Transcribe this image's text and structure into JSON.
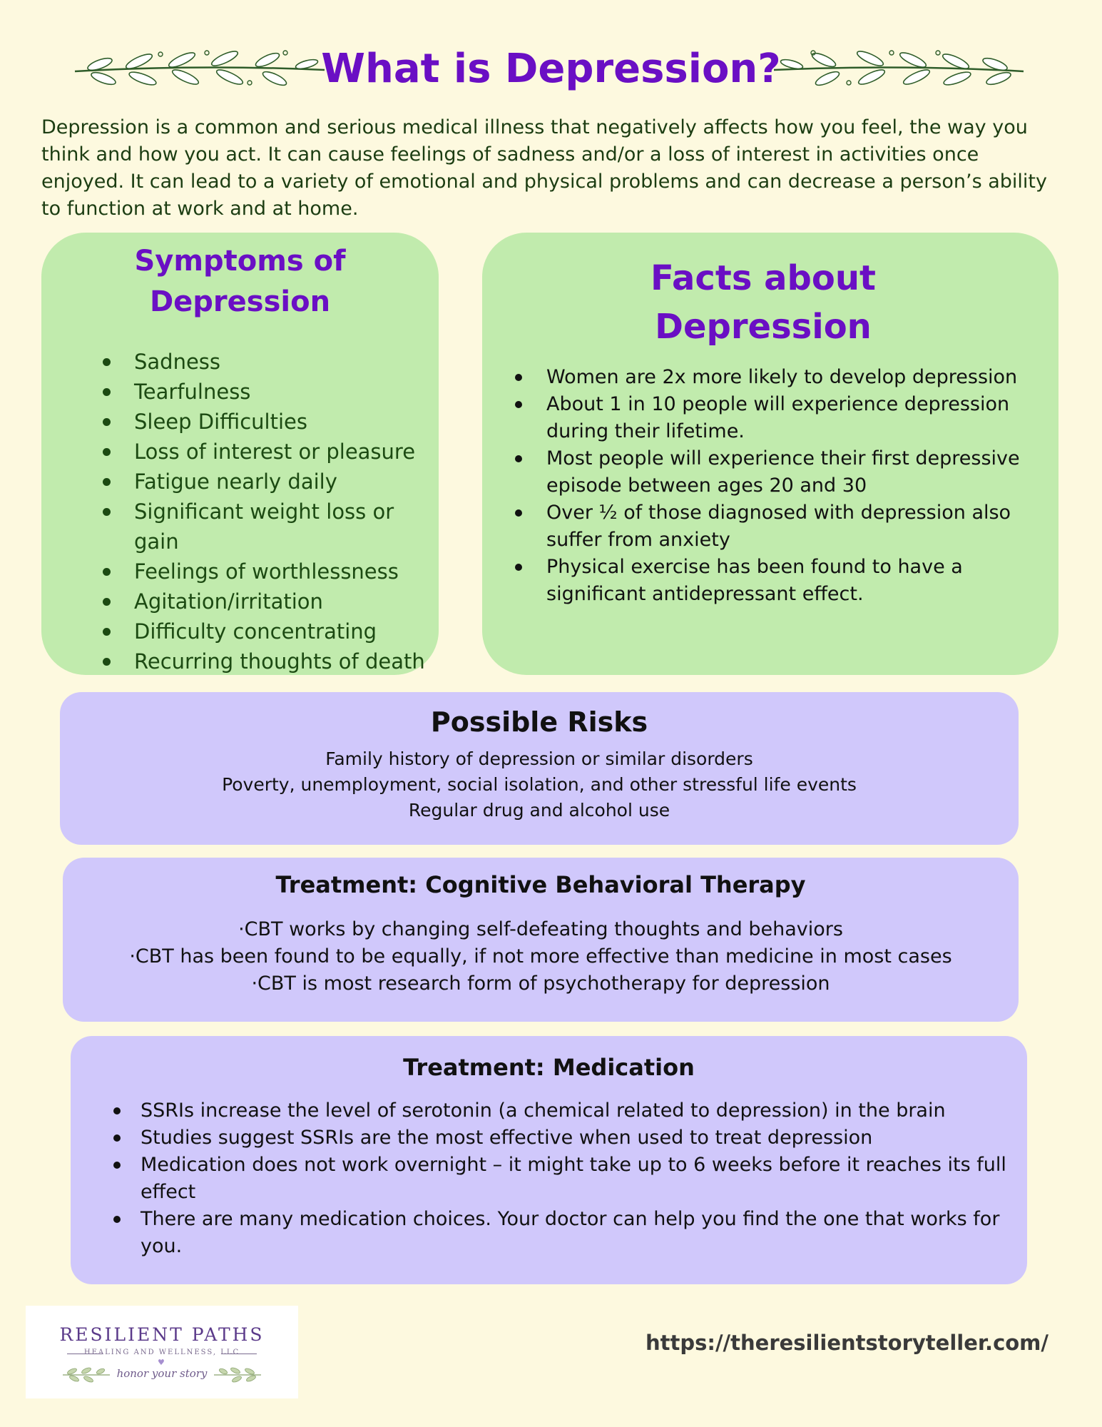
{
  "header": {
    "title": "What is Depression?",
    "intro": "Depression is a common and serious medical illness that negatively affects how you feel, the way you think and how you act. It can cause feelings of sadness and/or a loss of interest in activities once enjoyed. It can lead to a variety of emotional and physical problems and can decrease a person’s ability to function at work and at home."
  },
  "symptoms": {
    "title_line1": "Symptoms of",
    "title_line2": "Depression",
    "items": [
      "Sadness",
      "Tearfulness",
      "Sleep Difficulties",
      "Loss of interest or pleasure",
      "Fatigue nearly daily",
      "Significant weight loss or gain",
      "Feelings of worthlessness",
      "Agitation/irritation",
      "Difficulty concentrating",
      "Recurring thoughts of death"
    ]
  },
  "facts": {
    "title_line1": "Facts about",
    "title_line2": "Depression",
    "items": [
      "Women are 2x more likely to develop depression",
      "About 1 in 10 people will experience depression during their lifetime.",
      "Most people will experience their first depressive episode between ages 20 and 30",
      "Over ½ of those diagnosed with depression also suffer from anxiety",
      "Physical exercise has been found to have a significant antidepressant effect."
    ]
  },
  "risks": {
    "title": "Possible Risks",
    "lines": [
      "Family history of depression or similar disorders",
      "Poverty, unemployment, social isolation, and other stressful life events",
      "Regular drug and alcohol use"
    ]
  },
  "cbt": {
    "title": "Treatment: Cognitive Behavioral Therapy",
    "lines": [
      "·CBT works by changing self-defeating thoughts and behaviors",
      "·CBT has been found to be equally, if not more effective than medicine in most cases",
      "·CBT is most research form of psychotherapy for depression"
    ]
  },
  "medication": {
    "title": "Treatment: Medication",
    "items": [
      "SSRIs increase the level of serotonin (a chemical related to depression) in the brain",
      "Studies suggest SSRIs are the most effective when used to treat depression",
      "Medication does not work overnight – it might take up to 6 weeks before it reaches its full effect",
      "There are many medication choices. Your doctor can help you find the one that works for you."
    ]
  },
  "footer": {
    "logo_name": "RESILIENT PATHS",
    "logo_sub": "HEALING AND WELLNESS, LLC",
    "logo_tagline": "honor your story",
    "website": "https://theresilientstoryteller.com/"
  },
  "colors": {
    "background": "#fdf9df",
    "title_purple": "#6a0fc4",
    "green_card": "#c1ebad",
    "purple_card": "#d0c8fb"
  },
  "icons": [
    "vine-left-icon",
    "vine-right-icon",
    "leaf-icon",
    "heart-icon"
  ]
}
